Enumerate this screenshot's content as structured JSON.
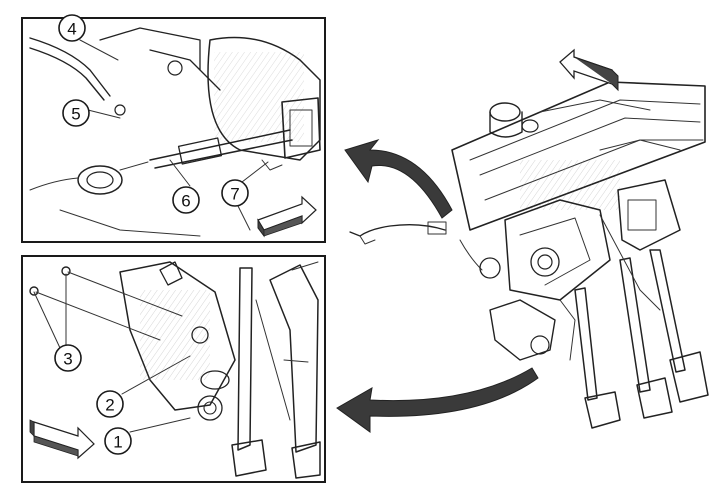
{
  "figure": {
    "callouts": [
      "1",
      "2",
      "3",
      "4",
      "5",
      "6",
      "7"
    ]
  },
  "colors": {
    "ink": "#222222",
    "arrow_fill": "#3a3a3a",
    "panel_border": "#1a1a1a",
    "background": "#ffffff"
  },
  "icons": {
    "direction_arrow": "forward-direction-arrow-icon",
    "pointer_arrow": "curved-pointer-arrow-icon"
  }
}
